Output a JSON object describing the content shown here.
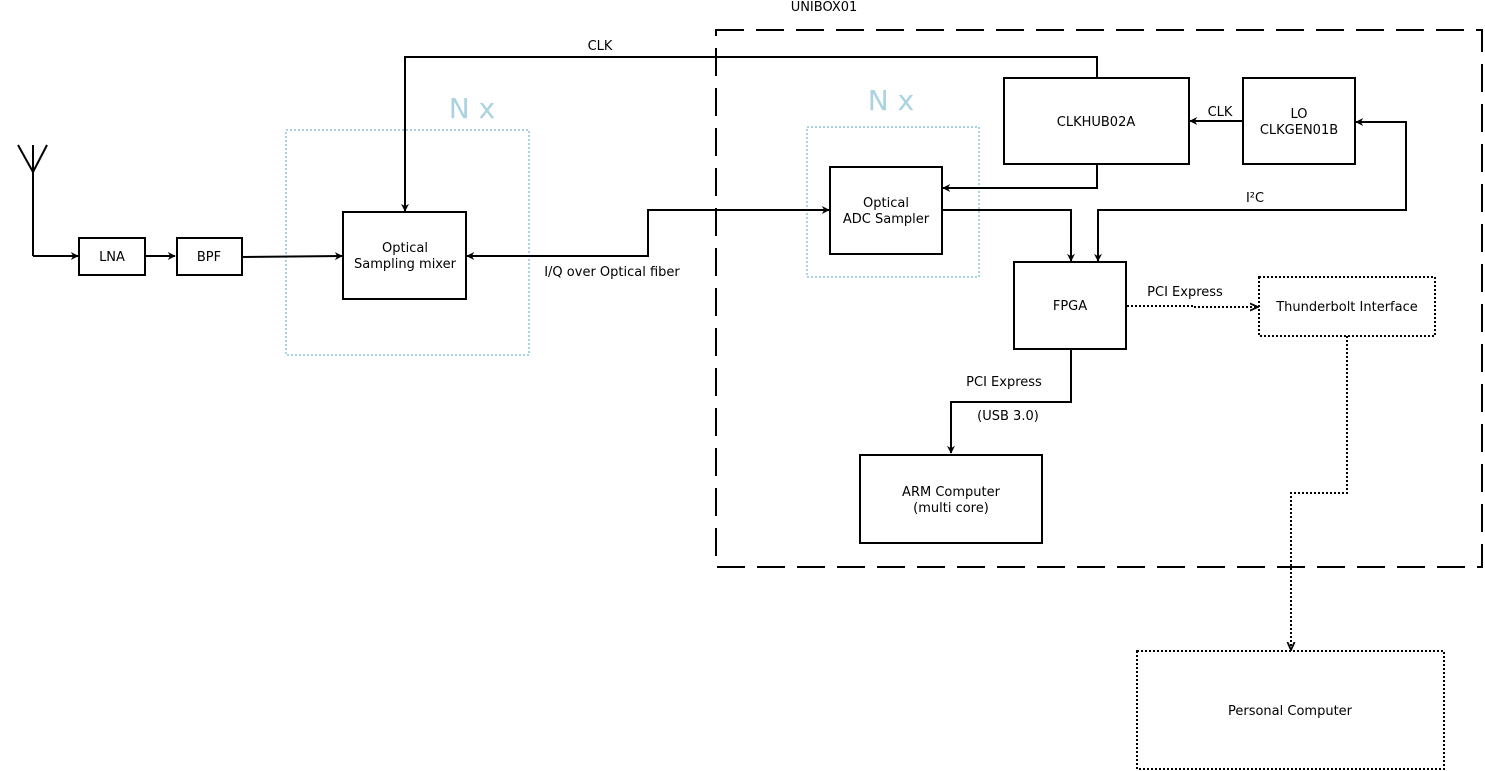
{
  "boundary": {
    "label": "UNIBOX01"
  },
  "groups": {
    "mixer_group": {
      "multiplier": "N x"
    },
    "adc_group": {
      "multiplier": "N x"
    }
  },
  "blocks": {
    "lna": "LNA",
    "bpf": "BPF",
    "mixer": [
      "Optical",
      "Sampling mixer"
    ],
    "adc": [
      "Optical",
      "ADC Sampler"
    ],
    "clkhub": "CLKHUB02A",
    "lo": [
      "LO",
      "CLKGEN01B"
    ],
    "fpga": "FPGA",
    "thunderbolt": "Thunderbolt Interface",
    "arm": [
      "ARM Computer",
      "(multi core)"
    ],
    "pc": "Personal Computer"
  },
  "connections": {
    "clk_top": "CLK",
    "clk_lo": "CLK",
    "i2c": "I²C",
    "optical_fiber": "I/Q over Optical fiber",
    "pcie_thunderbolt": "PCI Express",
    "pcie_arm": "PCI Express",
    "usb_arm": "(USB 3.0)"
  },
  "icons": {
    "antenna": "antenna-icon"
  }
}
